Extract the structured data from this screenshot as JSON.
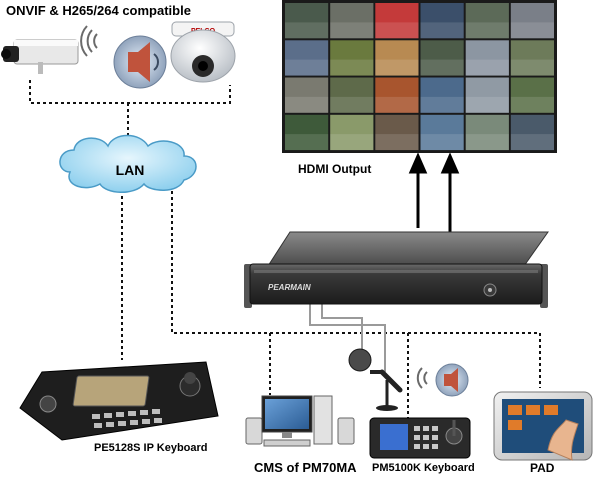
{
  "labels": {
    "title": "ONVIF & H265/264 compatible",
    "lan": "LAN",
    "hdmi_output": "HDMI Output",
    "brand": "PEARMAIN",
    "camera_logo": "PELCO",
    "ip_keyboard": "PE5128S IP Keyboard",
    "cms": "CMS of PM70MA",
    "keyboard_2": "PM5100K Keyboard",
    "pad": "PAD"
  },
  "video_wall": {
    "rows": 4,
    "cols": 6,
    "tile_colors": [
      [
        "#4a5a4c",
        "#6b6f66",
        "#c43a3a",
        "#3b4f6a",
        "#5c6a58",
        "#7a7f88"
      ],
      [
        "#5b6e8a",
        "#6a7a3e",
        "#b88a52",
        "#4d5c49",
        "#8c96a2",
        "#6d7b5a"
      ],
      [
        "#7a7a70",
        "#5e6a4a",
        "#a8552e",
        "#4c6a8c",
        "#909aa4",
        "#5a7048"
      ],
      [
        "#3e5a3a",
        "#8a9a6a",
        "#6a5a4a",
        "#5a7a9a",
        "#7a8a7a",
        "#4a5a6a"
      ]
    ]
  },
  "colors": {
    "connector": "#111111",
    "lan_cloud": "#a9dcf2",
    "nvr_body": "#2b2b2b"
  },
  "icons": [
    "box-camera-icon",
    "dome-camera-icon",
    "speaker-icon",
    "microphone-icon",
    "wifi-signal-icon"
  ]
}
